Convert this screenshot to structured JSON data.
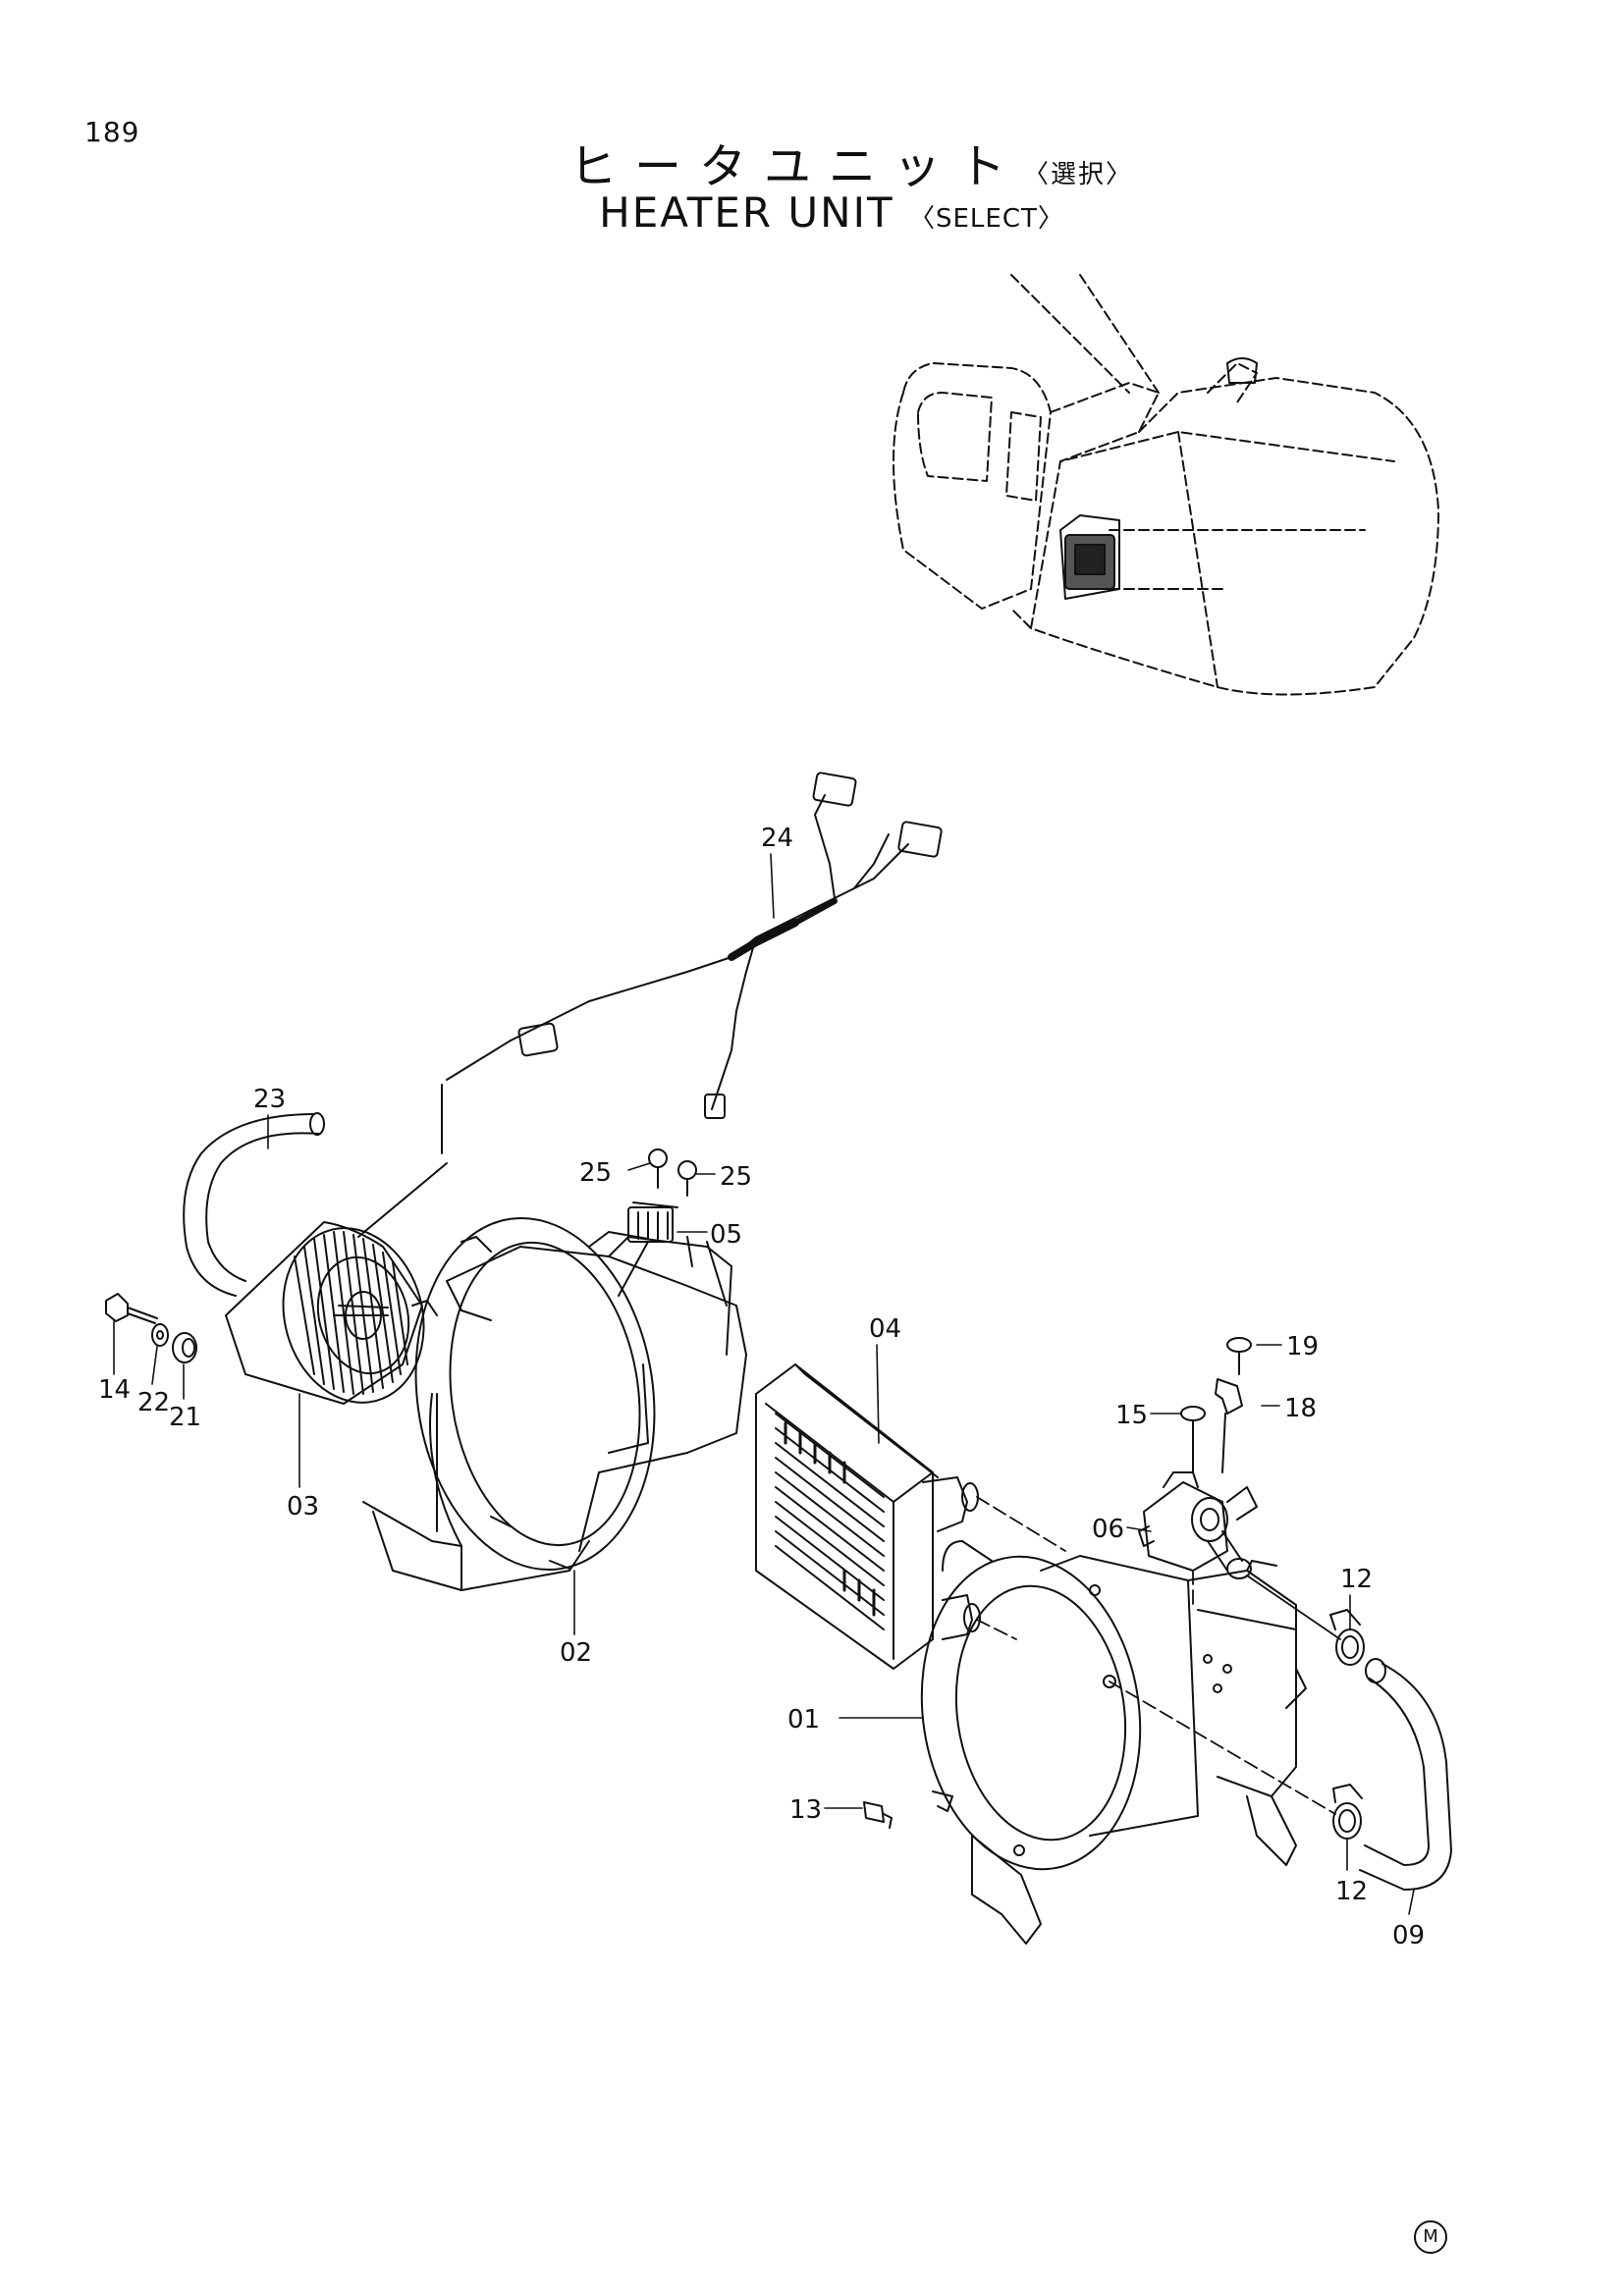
{
  "page_number": "189",
  "title": {
    "jp_main": "ヒータユニット",
    "jp_sub": "〈選択〉",
    "en_main": "HEATER UNIT",
    "en_sub": "〈SELECT〉"
  },
  "parts": {
    "p01": "01",
    "p02": "02",
    "p03": "03",
    "p04": "04",
    "p05": "05",
    "p06": "06",
    "p09": "09",
    "p12a": "12",
    "p12b": "12",
    "p13": "13",
    "p14": "14",
    "p15": "15",
    "p18": "18",
    "p19": "19",
    "p21": "21",
    "p22": "22",
    "p23": "23",
    "p24": "24",
    "p25a": "25",
    "p25b": "25"
  },
  "corner_mark": "M"
}
